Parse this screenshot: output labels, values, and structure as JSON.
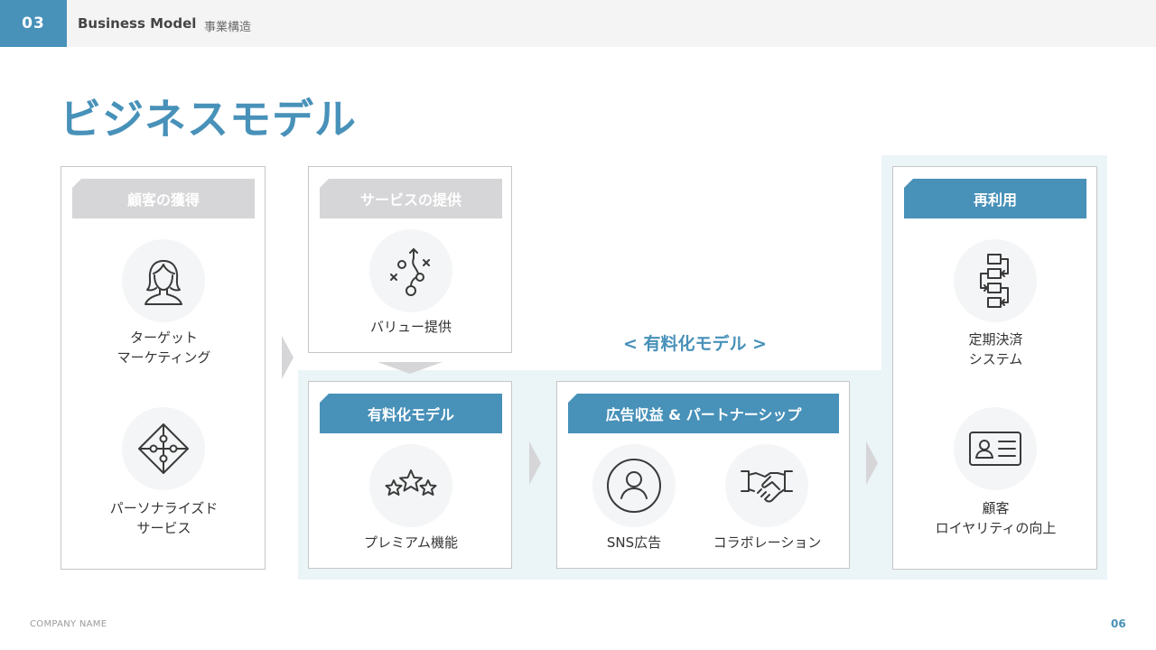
{
  "header": {
    "section_number": "03",
    "title": "Business Model",
    "subtitle": "事業構造"
  },
  "page_title": "ビジネスモデル",
  "model_label": "< 有料化モデル >",
  "cards": {
    "acquisition": {
      "title": "顧客の獲得",
      "items": [
        {
          "label": "ターゲット\nマーケティング",
          "icon": "woman-icon"
        },
        {
          "label": "パーソナライズド\nサービス",
          "icon": "puzzle-icon"
        }
      ]
    },
    "service": {
      "title": "サービスの提供",
      "items": [
        {
          "label": "バリュー提供",
          "icon": "strategy-icon"
        }
      ]
    },
    "paid": {
      "title": "有料化モデル",
      "items": [
        {
          "label": "プレミアム機能",
          "icon": "stars-icon"
        }
      ]
    },
    "ads": {
      "title": "広告収益 & パートナーシップ",
      "items": [
        {
          "label": "SNS広告",
          "icon": "user-circle-icon"
        },
        {
          "label": "コラボレーション",
          "icon": "handshake-icon"
        }
      ]
    },
    "reuse": {
      "title": "再利用",
      "items": [
        {
          "label": "定期決済\nシステム",
          "icon": "flowchart-icon"
        },
        {
          "label": "顧客\nロイヤリティの向上",
          "icon": "id-card-icon"
        }
      ]
    }
  },
  "footer": {
    "company": "COMPANY NAME",
    "page_number": "06"
  },
  "colors": {
    "accent": "#4891b9",
    "grey_banner": "#d6d6d8",
    "band": "#ebf4f7"
  }
}
